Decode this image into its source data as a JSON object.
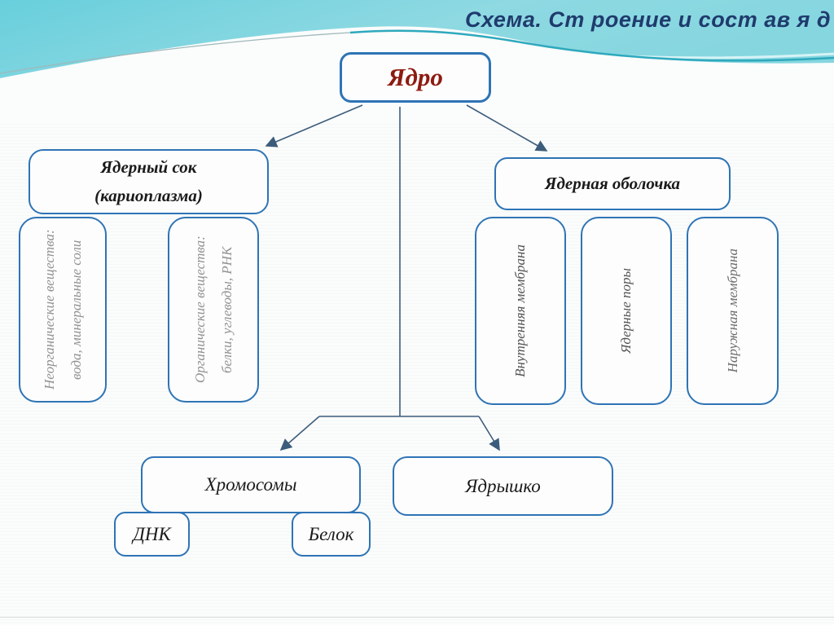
{
  "header": {
    "title": "Схема. Ст роение и сост ав я д"
  },
  "nodes": {
    "nucleus": "Ядро",
    "sap_line1": "Ядерный сок",
    "sap_line2": "(кариоплазма)",
    "envelope": "Ядерная оболочка",
    "inorganic": "Неорганические вещества: вода, минеральные соли",
    "organic": "Органические вещества: белки, углеводы, РНК",
    "inner_membrane": "Внутренняя мембрана",
    "pores": "Ядерные поры",
    "outer_membrane": "Наружная мембрана",
    "chromosomes": "Хромосомы",
    "nucleolus": "Ядрышко",
    "dna": "ДНК",
    "protein": "Белок"
  },
  "colors": {
    "title_text": "#1f3b6d",
    "box_border": "#2e74b5",
    "nucleus_text": "#8e1b10",
    "banner_cyan": "#7ed6e0",
    "banner_wave": "#2ea9bd",
    "connector": "#3c5c7b"
  }
}
